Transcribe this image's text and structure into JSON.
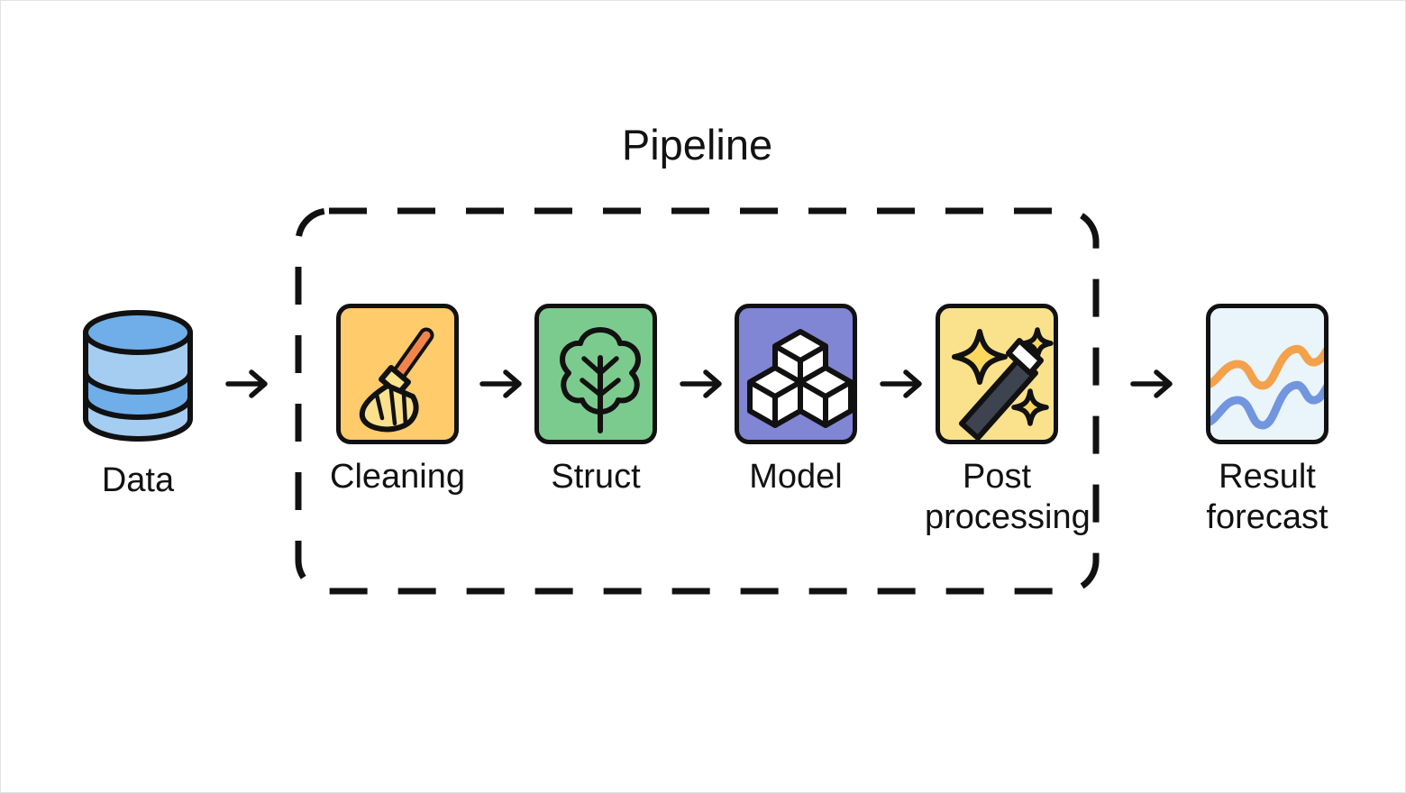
{
  "diagram": {
    "title": "Pipeline",
    "type": "flow-pipeline",
    "background": "#ffffff"
  },
  "nodes": [
    {
      "id": "data",
      "label": "Data",
      "icon": "database-icon",
      "in_group": false,
      "colors": {
        "band_dark": "#6FAEE8",
        "band_light": "#A5CDF2",
        "stroke": "#111111"
      }
    },
    {
      "id": "cleaning",
      "label": "Cleaning",
      "icon": "broom-icon",
      "in_group": true,
      "colors": {
        "tile": "#FFCB6B",
        "handle": "#F2844B",
        "bristles": "#FAE18C",
        "stroke": "#111111"
      }
    },
    {
      "id": "struct",
      "label": "Struct",
      "icon": "tree-icon",
      "in_group": true,
      "colors": {
        "tile": "#7BCB8E",
        "stroke": "#111111"
      }
    },
    {
      "id": "model",
      "label": "Model",
      "icon": "cubes-icon",
      "in_group": true,
      "colors": {
        "tile": "#8085D4",
        "cube": "#ffffff",
        "stroke": "#111111"
      }
    },
    {
      "id": "post-processing",
      "label": "Post\nprocessing",
      "icon": "magic-wand-icon",
      "in_group": true,
      "colors": {
        "tile": "#FAE18C",
        "wand": "#3E4350",
        "tip": "#ffffff",
        "sparkle": "#FBD85D",
        "stroke": "#111111"
      }
    },
    {
      "id": "result-forecast",
      "label": "Result\nforecast",
      "icon": "line-chart-icon",
      "in_group": false,
      "colors": {
        "tile": "#EAF4FB",
        "line_upper": "#F5A14B",
        "line_lower": "#7295DF",
        "stroke": "#111111"
      }
    }
  ],
  "arrows": [
    {
      "id": "arrow-data-to-cleaning",
      "from": "data",
      "to": "cleaning",
      "glyph": "arrow-right-icon"
    },
    {
      "id": "arrow-cleaning-to-struct",
      "from": "cleaning",
      "to": "struct",
      "glyph": "arrow-right-icon"
    },
    {
      "id": "arrow-struct-to-model",
      "from": "struct",
      "to": "model",
      "glyph": "arrow-right-icon"
    },
    {
      "id": "arrow-model-to-post",
      "from": "model",
      "to": "post-processing",
      "glyph": "arrow-right-icon"
    },
    {
      "id": "arrow-post-to-result",
      "from": "post-processing",
      "to": "result-forecast",
      "glyph": "arrow-right-icon"
    }
  ],
  "group_box": {
    "label": "Pipeline",
    "style": "dashed",
    "stroke": "#111111",
    "members": [
      "cleaning",
      "struct",
      "model",
      "post-processing"
    ]
  }
}
